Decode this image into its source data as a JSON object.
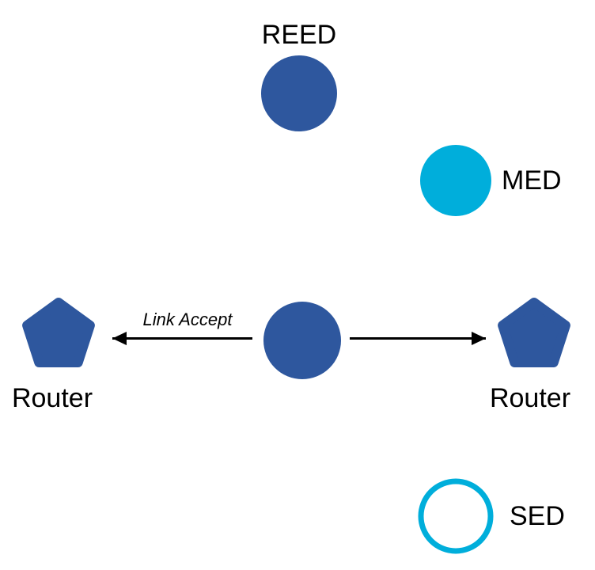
{
  "diagram": {
    "colors": {
      "primary": "#2E579E",
      "accent": "#00AEDB",
      "line": "#000000",
      "text": "#000000",
      "background": "#FFFFFF"
    },
    "nodes": {
      "reed": {
        "label": "REED",
        "shape": "filled-circle"
      },
      "med": {
        "label": "MED",
        "shape": "filled-circle-accent"
      },
      "center": {
        "shape": "filled-circle"
      },
      "router_left": {
        "label": "Router",
        "shape": "pentagon"
      },
      "router_right": {
        "label": "Router",
        "shape": "pentagon"
      },
      "sed": {
        "label": "SED",
        "shape": "outlined-circle-accent"
      }
    },
    "edges": {
      "left_arrow": {
        "label": "Link Accept",
        "from": "center",
        "to": "router_left"
      },
      "right_arrow": {
        "from": "center",
        "to": "router_right"
      }
    }
  }
}
